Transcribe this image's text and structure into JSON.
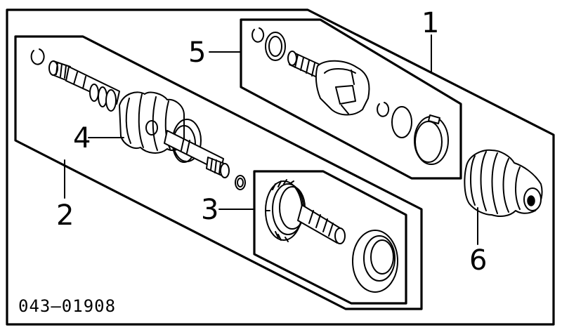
{
  "callouts": {
    "c1": "1",
    "c2": "2",
    "c3": "3",
    "c4": "4",
    "c5": "5",
    "c6": "6"
  },
  "diagram_code": "043–01908"
}
